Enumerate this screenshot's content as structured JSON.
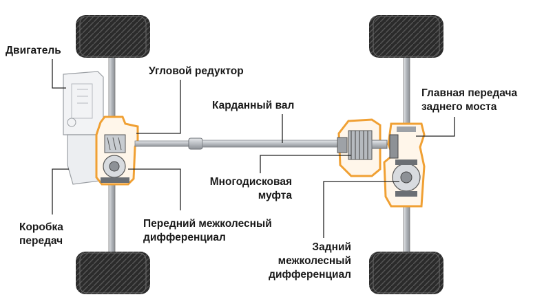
{
  "labels": {
    "engine": "Двигатель",
    "transfer_case": "Угловой редуктор",
    "driveshaft": "Карданный вал",
    "rear_final_drive_line1": "Главная передача",
    "rear_final_drive_line2": "заднего моста",
    "multiplate_clutch_line1": "Многодисковая",
    "multiplate_clutch_line2": "муфта",
    "gearbox_line1": "Коробка",
    "gearbox_line2": "передач",
    "front_diff_line1": "Передний межколесный",
    "front_diff_line2": "дифференциал",
    "rear_diff_line1": "Задний",
    "rear_diff_line2": "межколесный",
    "rear_diff_line3": "дифференциал"
  },
  "colors": {
    "highlight": "#f0a033",
    "wheel": "#2b2b2b",
    "metal": "#cfd3d8",
    "metal_dark": "#6b6f74",
    "line": "#222222"
  }
}
